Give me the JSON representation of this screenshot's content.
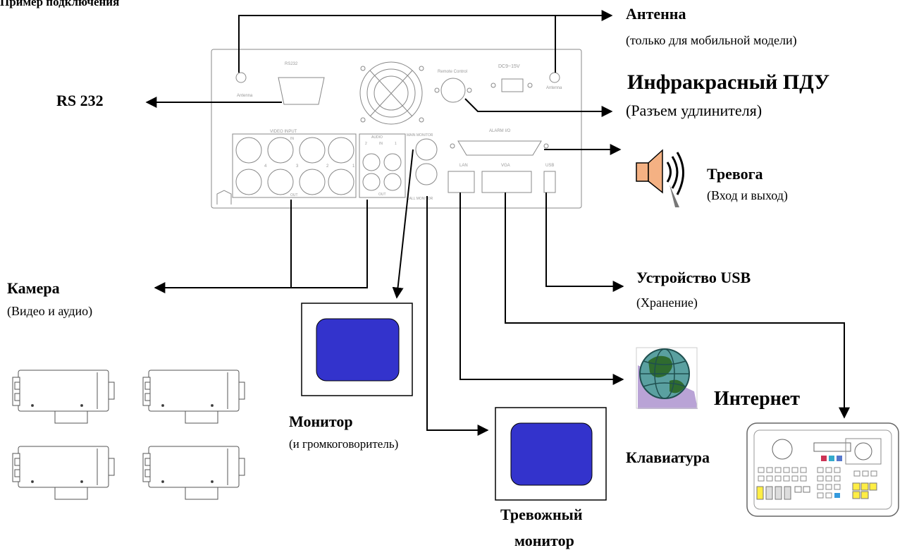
{
  "header_text": "Пример подключения",
  "panel": {
    "labels": {
      "antenna_left": "Antenna",
      "antenna_right": "Antenna",
      "rs232": "RS232",
      "remote_control": "Remote Control",
      "dc": "DC9~15V",
      "video_input": "VIDEO INPUT",
      "in": "IN",
      "out": "OUT",
      "audio": "AUDIO",
      "audio_in": "IN",
      "audio_out": "OUT",
      "main_monitor": "MAIN MONITOR",
      "call_monitor": "CALL MONITOR",
      "alarm_io": "ALARM I/O",
      "lan": "LAN",
      "vga": "VGA",
      "usb": "USB",
      "ch4": "4",
      "ch3": "3",
      "ch2": "2",
      "ch1": "1",
      "a2": "2",
      "a1": "1"
    }
  },
  "callouts": {
    "antenna_title": "Антенна",
    "antenna_note": "(только для мобильной модели)",
    "rs232": "RS 232",
    "ir_title": "Инфракрасный ПДУ",
    "ir_note": "(Разъем удлинителя)",
    "alarm_title": "Тревога",
    "alarm_note": "(Вход и выход)",
    "camera_title": "Камера",
    "camera_note": "(Видео и аудио)",
    "usb_title": "Устройство USB",
    "usb_note": "(Хранение)",
    "monitor_title": "Монитор",
    "monitor_note": "(и громкоговоритель)",
    "internet_title": "Интернет",
    "keyboard_title": "Клавиатура",
    "alarm_monitor_line1": "Тревожный",
    "alarm_monitor_line2": "монитор"
  },
  "icons": {
    "speaker": "speaker-icon",
    "globe": "globe-icon",
    "camera": "camera-icon",
    "monitor": "monitor-icon",
    "keyboard": "keyboard-controller-icon"
  },
  "colors": {
    "monitor_screen": "#3333cc",
    "speaker_fill": "#f4b183",
    "globe_sea": "#5aa0a0",
    "globe_land": "#2f6b2f",
    "globe_shadow": "#b9a3d6",
    "panel_line": "#888888"
  }
}
